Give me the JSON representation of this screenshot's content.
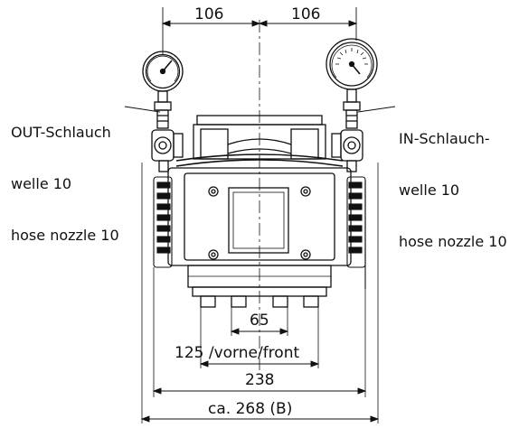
{
  "dimensions": {
    "half_left": "106",
    "half_right": "106",
    "feet_spacing": "65",
    "front_spacing": "125 /vorne/front",
    "width_inner": "238",
    "width_total": "ca. 268 (B)"
  },
  "callouts": {
    "out": [
      "OUT-Schlauch",
      "welle 10",
      "hose nozzle 10"
    ],
    "in": [
      "IN-Schlauch-",
      "welle 10",
      "hose nozzle 10"
    ]
  },
  "colors": {
    "line": "#111111",
    "background": "#ffffff"
  }
}
